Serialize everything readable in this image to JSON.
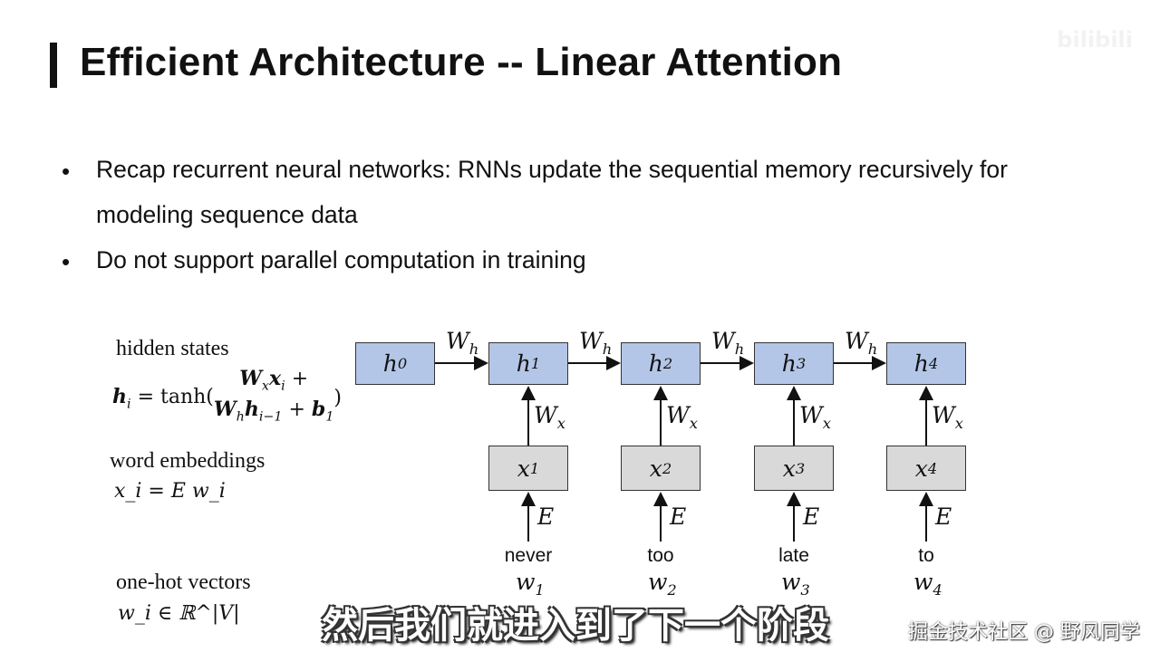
{
  "slide": {
    "title": "Efficient Architecture -- Linear Attention",
    "bullets": [
      "Recap recurrent neural networks: RNNs update the sequential memory recursively for",
      "modeling sequence data",
      "Do not support parallel computation in training"
    ]
  },
  "diagram": {
    "left_labels": {
      "hidden_states": "hidden states",
      "hidden_formula": "h_i = tanh(W_x x_i + W_h h_{i-1} + b_1)",
      "word_embeddings": "word embeddings",
      "embedding_formula": "x_i = E w_i",
      "one_hot": "one-hot vectors",
      "one_hot_formula": "w_i ∈ ℝ^|V|"
    },
    "hidden_nodes": [
      "h0",
      "h1",
      "h2",
      "h3",
      "h4"
    ],
    "input_nodes": [
      "x1",
      "x2",
      "x3",
      "x4"
    ],
    "words": [
      "never",
      "too",
      "late",
      "to"
    ],
    "word_vectors": [
      "w1",
      "w2",
      "w3",
      "w4"
    ],
    "recurrent_weight": "Wh",
    "input_weight": "Wx",
    "embedding_weight": "E",
    "colors": {
      "hidden": "#b4c6e7",
      "input": "#d9d9d9"
    }
  },
  "overlay": {
    "subtitle": "然后我们就进入到了下一个阶段",
    "watermark": "掘金技术社区 @ 野风同学",
    "logo": "bilibili"
  }
}
